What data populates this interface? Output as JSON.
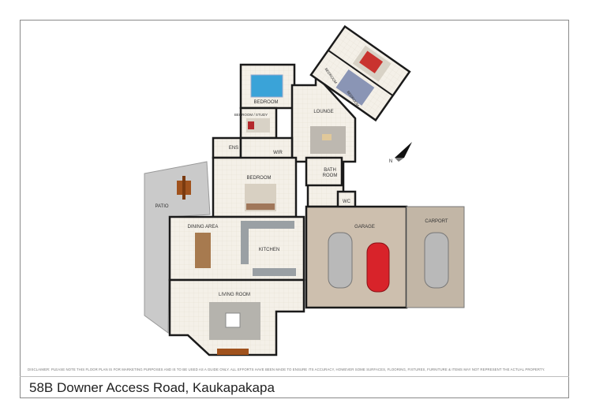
{
  "floorplan": {
    "rooms": {
      "bedroom_top": "BEDROOM",
      "bedroom_study": "BEDROOM / STUDY",
      "lounge": "LOUNGE",
      "bedroom_ne_1": "BEDROOM",
      "bedroom_ne_2": "BEDROOM",
      "ens": "ENS",
      "wir": "WIR",
      "bedroom_main": "BEDROOM",
      "bathroom_line1": "BATH",
      "bathroom_line2": "ROOM",
      "wc": "WC",
      "patio": "PATIO",
      "dining": "DINING AREA",
      "kitchen": "KITCHEN",
      "living": "LIVING ROOM",
      "garage": "GARAGE",
      "carport": "CARPORT"
    },
    "compass": "N",
    "colors": {
      "floor": "#f4f0e8",
      "wall": "#1a1a1a",
      "garage": "#cdbfae",
      "carport": "#c2b6a6",
      "patio": "#c9c9c9",
      "car_silver": "#b9b9b9",
      "car_red": "#d8232a"
    }
  },
  "footer": {
    "disclaimer": "DISCLAIMER: PLEASE NOTE THIS FLOOR PLAN IS FOR MARKETING PURPOSES AND IS TO BE USED AS A GUIDE ONLY. ALL EFFORTS HAVE BEEN MADE TO ENSURE ITS ACCURACY, HOWEVER SOME SURFACES, FLOORING, FIXTURES, FURNITURE & ITEMS MAY NOT REPRESENT THE ACTUAL PROPERTY.",
    "address": "58B Downer Access Road, Kaukapakapa"
  }
}
